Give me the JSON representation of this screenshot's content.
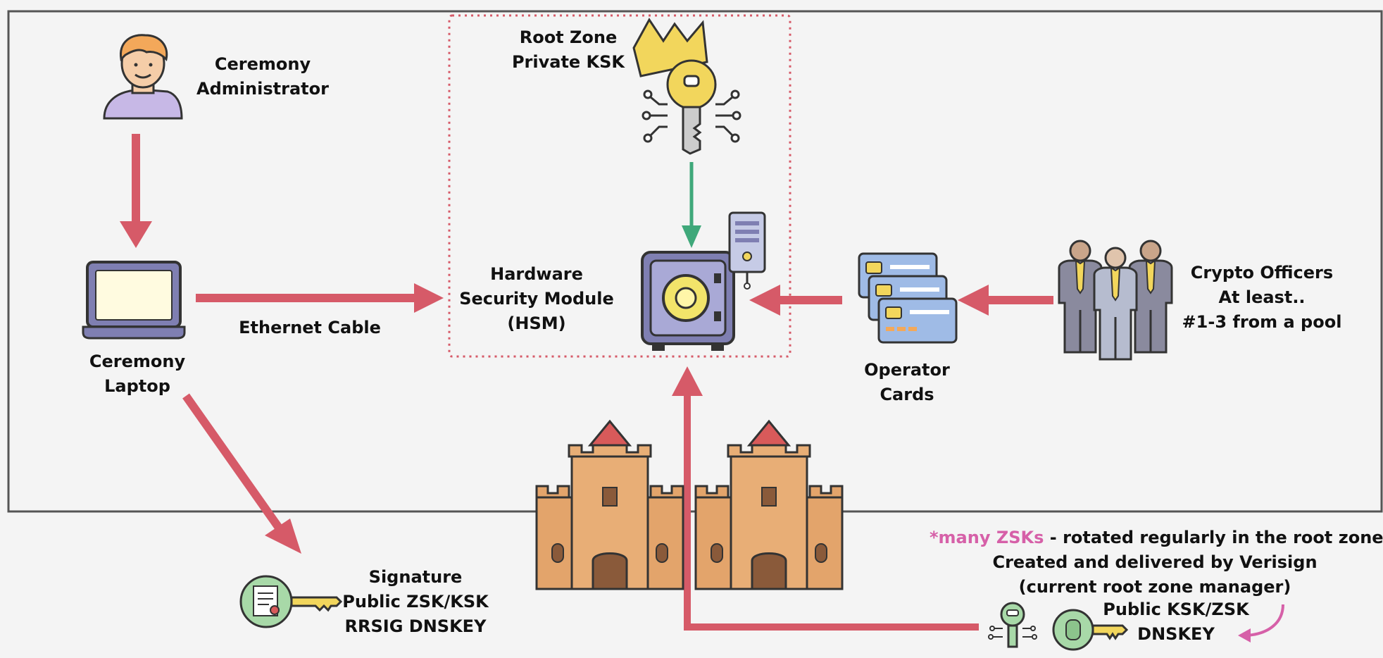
{
  "colors": {
    "arrow_red": "#d65a68",
    "arrow_green": "#3fa87a",
    "accent_pink": "#d660a8",
    "hsm_box_border": "#d65a68",
    "castle": "#e3a46b",
    "key_yellow": "#f2d65c",
    "key_green": "#a8d9a8"
  },
  "labels": {
    "ceremony_admin": [
      "Ceremony",
      "Administrator"
    ],
    "root_zone_ksk": [
      "Root Zone",
      "Private KSK"
    ],
    "hsm": [
      "Hardware",
      "Security Module",
      "(HSM)"
    ],
    "ethernet": "Ethernet Cable",
    "ceremony_laptop": [
      "Ceremony",
      "Laptop"
    ],
    "operator_cards": [
      "Operator",
      "Cards"
    ],
    "crypto_officers": [
      "Crypto Officers",
      "At least..",
      "#1-3 from a pool"
    ],
    "signature": [
      "Signature",
      "Public ZSK/KSK",
      "RRSIG DNSKEY"
    ],
    "zsk_note": {
      "highlight": "*many ZSKs",
      "rest": " - rotated regularly in the root zone",
      "line2": "Created and delivered by Verisign",
      "line3": "(current root zone manager)"
    },
    "public_keys": [
      "Public KSK/ZSK",
      "DNSKEY"
    ]
  },
  "icons": [
    "ceremony-admin-icon",
    "crowned-key-icon",
    "hsm-safe-icon",
    "server-tower-icon",
    "laptop-icon",
    "operator-cards-icon",
    "crypto-officers-icon",
    "castle-icon",
    "signature-key-icon",
    "public-key-icon"
  ]
}
